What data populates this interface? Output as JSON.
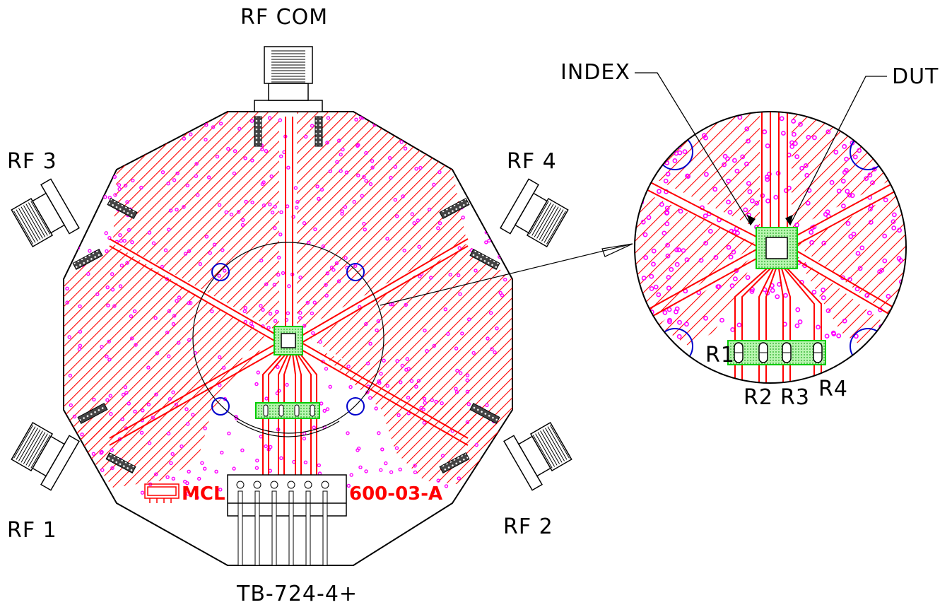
{
  "labels": {
    "rf_com": "RF COM",
    "rf1": "RF 1",
    "rf2": "RF 2",
    "rf3": "RF 3",
    "rf4": "RF 4",
    "index": "INDEX",
    "dut": "DUT",
    "r1": "R1",
    "r2": "R2",
    "r3": "R3",
    "r4": "R4",
    "board_part": "TB-724-4+",
    "mcl": "MCL",
    "board_rev": "600-03-A"
  },
  "colors": {
    "copper": "#ff0000",
    "via": "#ff00ff",
    "pad": "#00cc00",
    "pad_fill": "#b8f5b0",
    "mount_hole": "#0000cc",
    "outline": "#000000"
  },
  "icons": {
    "connector": "sma-connector-icon",
    "header": "pin-header-icon",
    "logo": "mcl-logo-icon"
  }
}
